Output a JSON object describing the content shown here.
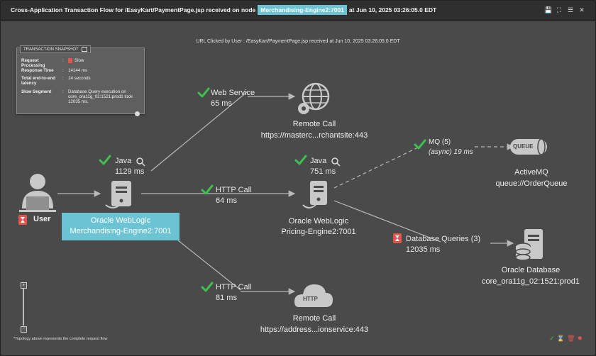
{
  "window": {
    "title_prefix": "Cross-Application Transaction Flow for /EasyKart/PaymentPage.jsp received on node",
    "node": "Merchandising-Engine2:7001",
    "title_suffix": "at Jun 10, 2025 03:26:05.0 EDT",
    "icons": [
      "save-icon",
      "expand-icon",
      "menu-icon",
      "close-icon"
    ]
  },
  "url_clicked": "URL Clicked by User : /EasyKart/PaymentPage.jsp received at Jun 10, 2025 03:26:05.0 EDT",
  "snapshot": {
    "title": "TRANSACTION SNAPSHOT",
    "rows": [
      {
        "label": "Request Processing",
        "value": "Slow"
      },
      {
        "label": "Response Time",
        "value": "14144 ms"
      },
      {
        "label": "Total end-to-end latency",
        "value": "14 seconds"
      },
      {
        "label": "Slow Segment",
        "value": "Database Query execution on core_ora11g_02:1521:prod1 took 12035 ms."
      }
    ]
  },
  "nodes": {
    "user": {
      "label": "User"
    },
    "weblogic_merch": {
      "line1": "Oracle WebLogic",
      "line2": "Merchandising-Engine2:7001"
    },
    "weblogic_pricing": {
      "line1": "Oracle WebLogic",
      "line2": "Pricing-Engine2:7001"
    },
    "remote_web": {
      "line1": "Remote Call",
      "line2": "https://masterc...rchantsite:443"
    },
    "remote_http": {
      "line1": "Remote Call",
      "line2": "https://address...ionservice:443"
    },
    "activemq": {
      "line1": "ActiveMQ",
      "line2": "queue://OrderQueue",
      "icon_text": "QUEUE"
    },
    "oracle_db": {
      "line1": "Oracle Database",
      "line2": "core_ora11g_02:1521:prod1"
    }
  },
  "links": {
    "java_merch": {
      "label": "Java",
      "time": "1129 ms"
    },
    "java_pricing": {
      "label": "Java",
      "time": "751 ms"
    },
    "web_service": {
      "label": "Web Service",
      "time": "65 ms"
    },
    "http_pricing": {
      "label": "HTTP Call",
      "time": "64 ms"
    },
    "http_remote": {
      "label": "HTTP Call",
      "time": "81 ms"
    },
    "mq": {
      "label": "MQ (5)",
      "time": "(async) 19 ms"
    },
    "db": {
      "label": "Database Queries (3)",
      "time": "12035 ms"
    }
  },
  "cloud_text": "HTTP",
  "footer_note": "*Topology above represents the complete request flow",
  "colors": {
    "check": "#3fbf4f",
    "alert": "#e0554d",
    "node_highlight": "#6cc3d4",
    "line": "#b8b8b8"
  }
}
